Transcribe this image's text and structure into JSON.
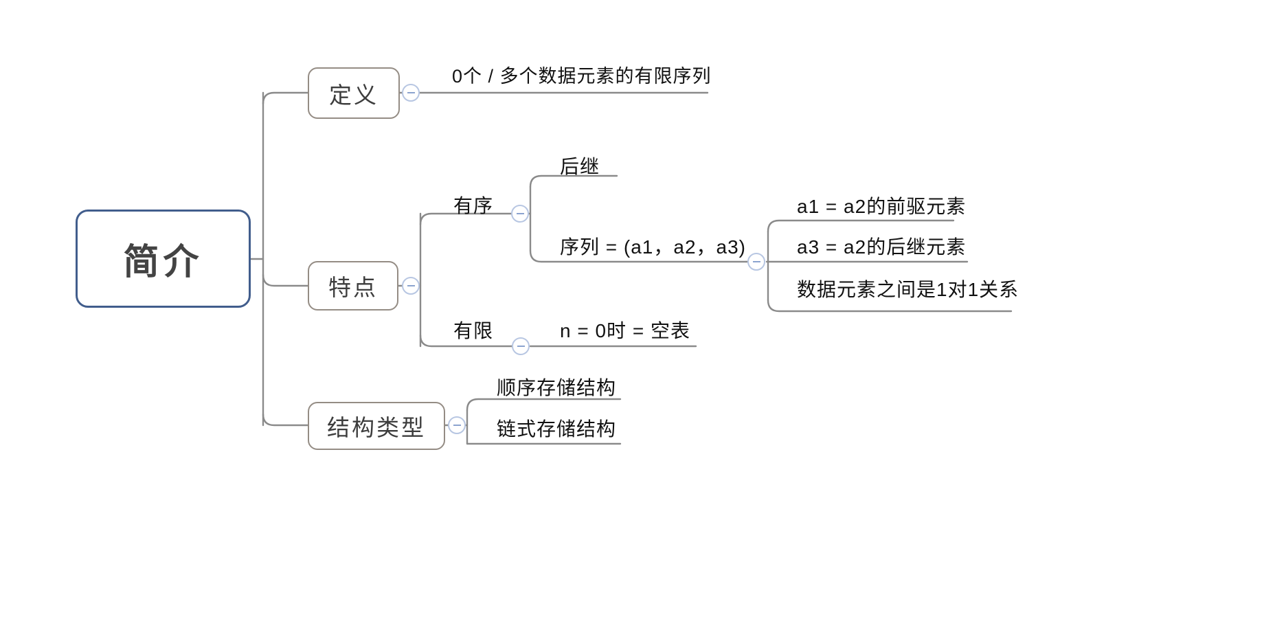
{
  "diagram": {
    "title": "简介",
    "type": "mind-map",
    "background_color": "#ffffff",
    "root_border_color": "#415d8c",
    "branch_border_color": "#948c84",
    "wire_color": "#8a8a8a",
    "toggle_color": "#b7c6e2",
    "text_color": "#333333"
  },
  "root": {
    "label": "简介"
  },
  "branches": {
    "definition": {
      "label": "定义",
      "toggle": "collapse-toggle",
      "children": [
        {
          "label": "0个 / 多个数据元素的有限序列"
        }
      ]
    },
    "features": {
      "label": "特点",
      "toggle": "collapse-toggle",
      "children": [
        {
          "label": "有序",
          "toggle": "collapse-toggle",
          "children": [
            {
              "label": "后继"
            },
            {
              "label": "序列 = (a1，a2，a3)",
              "toggle": "collapse-toggle",
              "children": [
                {
                  "label": "a1 = a2的前驱元素"
                },
                {
                  "label": "a3 = a2的后继元素"
                },
                {
                  "label": "数据元素之间是1对1关系"
                }
              ]
            }
          ]
        },
        {
          "label": "有限",
          "toggle": "collapse-toggle",
          "children": [
            {
              "label": "n = 0时 = 空表"
            }
          ]
        }
      ]
    },
    "structure_types": {
      "label": "结构类型",
      "toggle": "collapse-toggle",
      "children": [
        {
          "label": "顺序存储结构"
        },
        {
          "label": "链式存储结构"
        }
      ]
    }
  }
}
